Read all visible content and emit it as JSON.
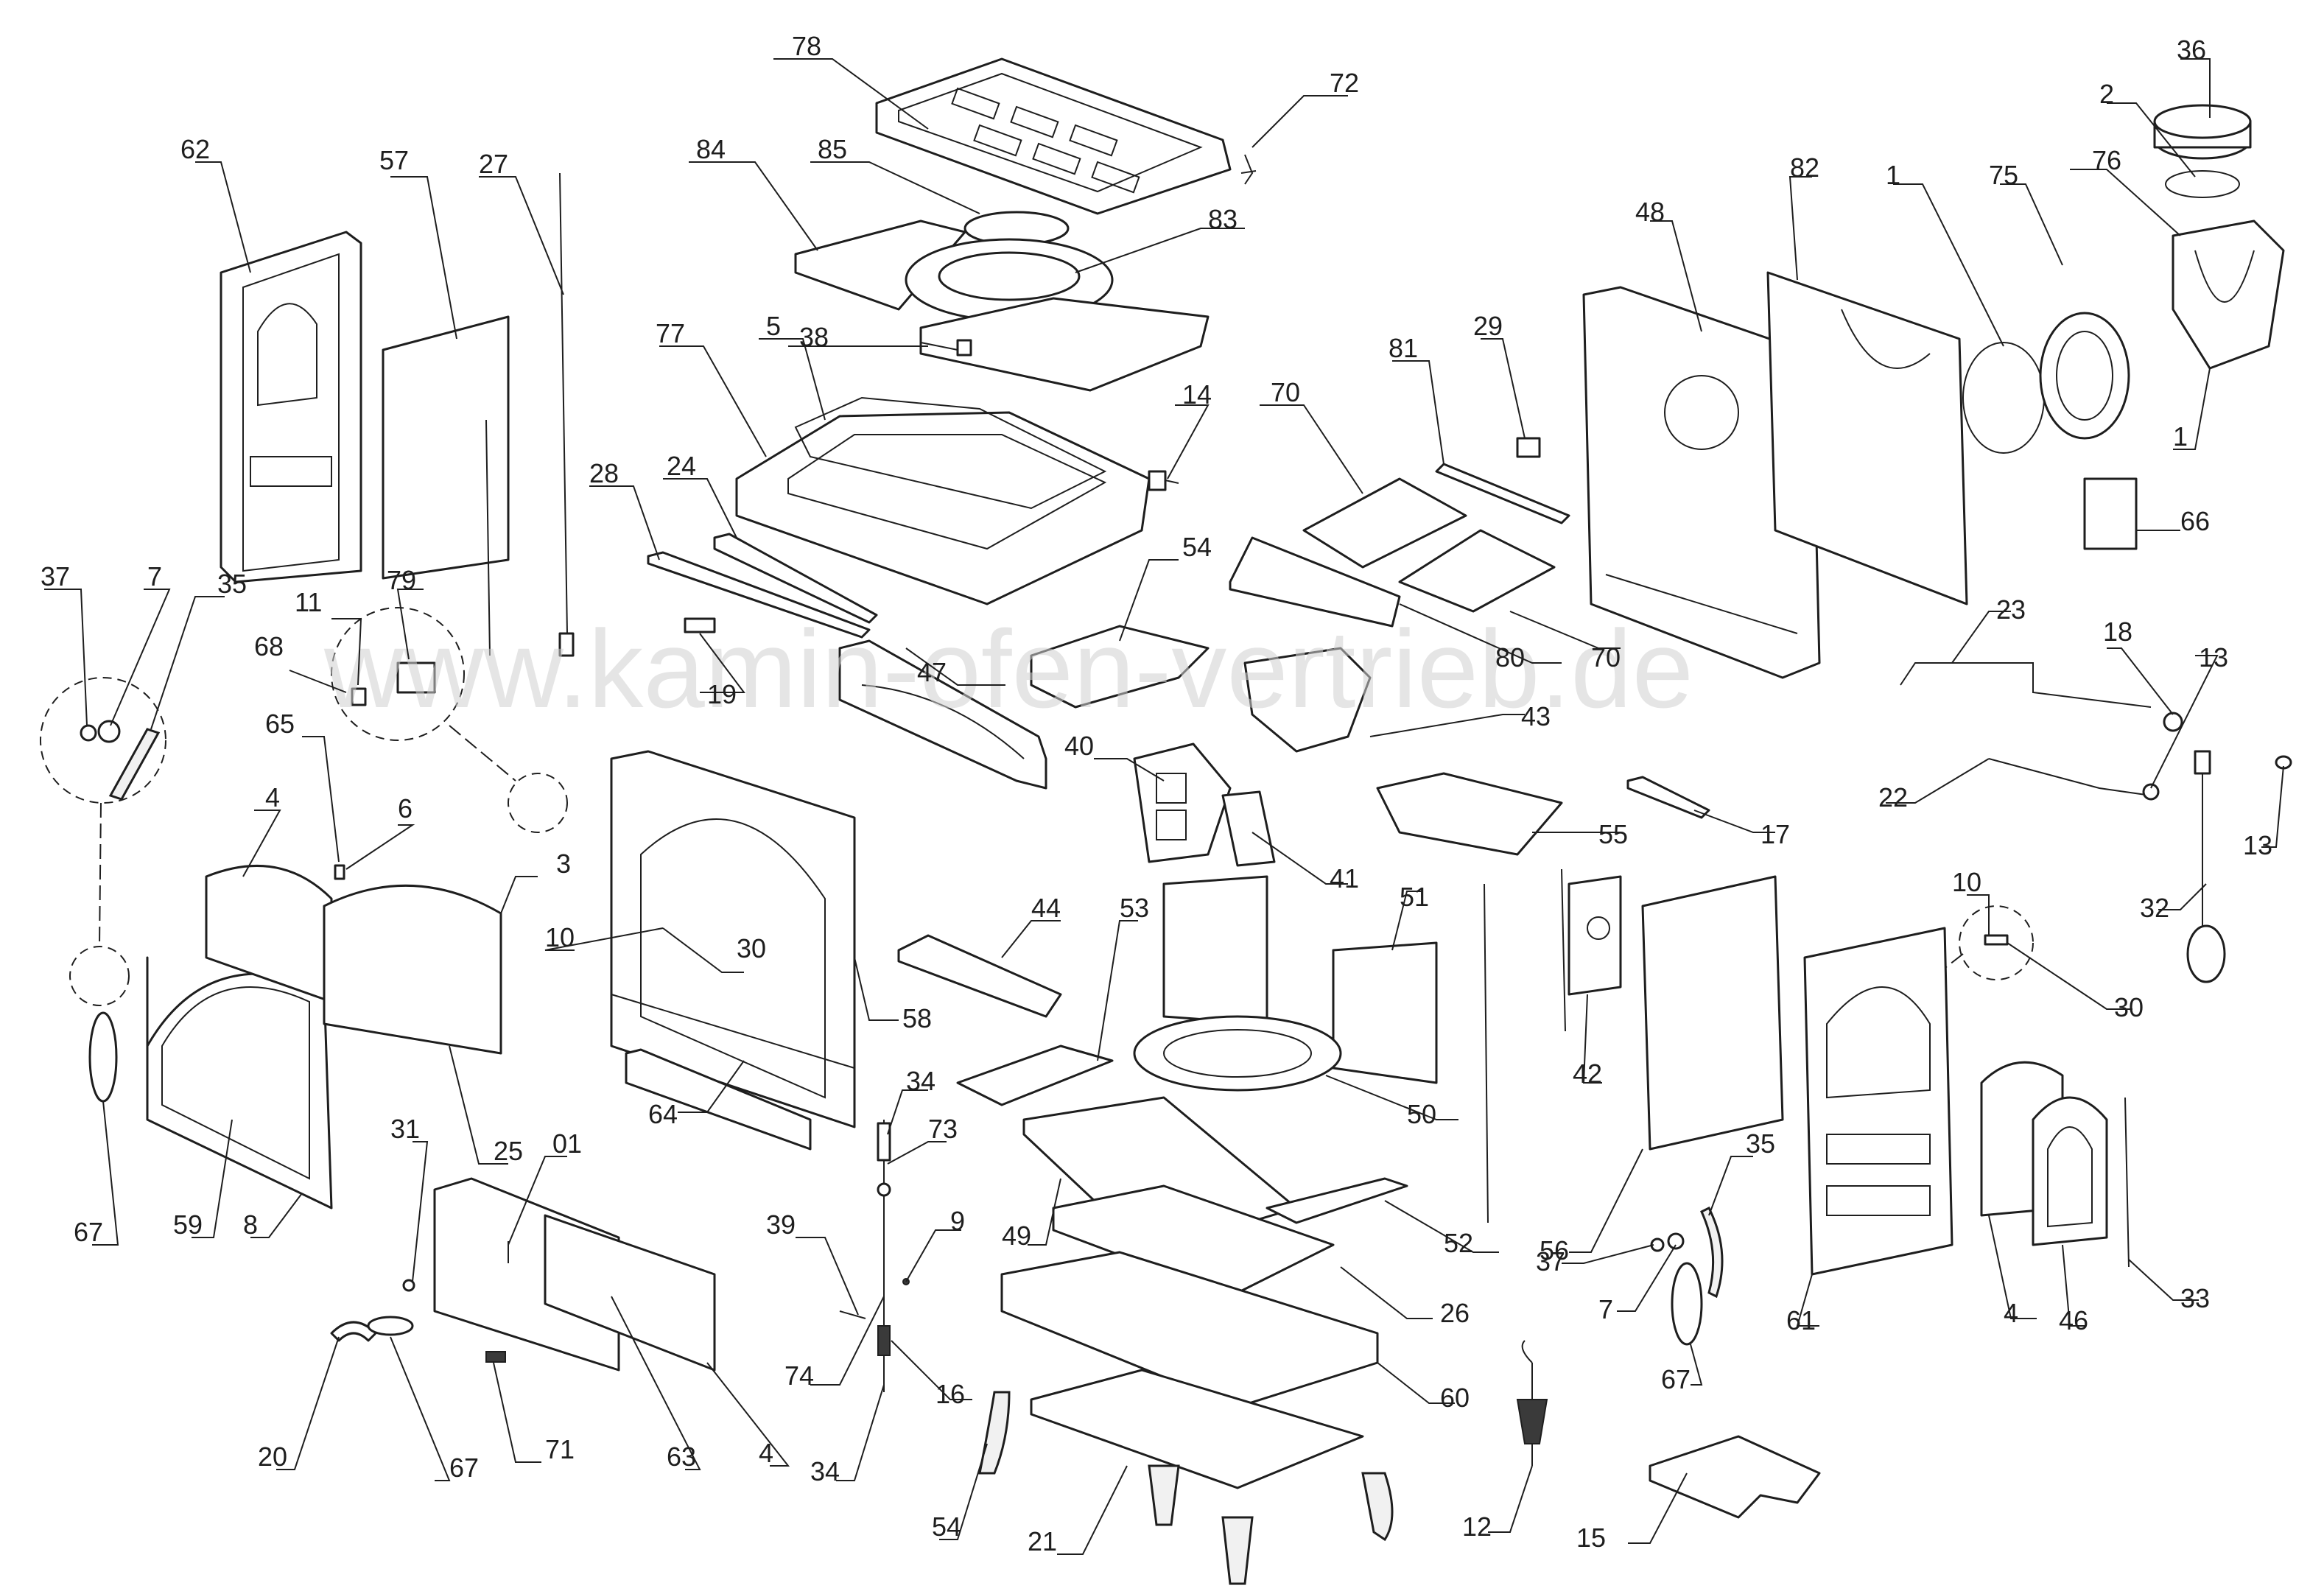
{
  "watermark": "www.kamin-ofen-vertrieb.de",
  "callouts": [
    {
      "id": "c78",
      "label": "78"
    },
    {
      "id": "c72",
      "label": "72"
    },
    {
      "id": "c84",
      "label": "84"
    },
    {
      "id": "c85",
      "label": "85"
    },
    {
      "id": "c83",
      "label": "83"
    },
    {
      "id": "c62",
      "label": "62"
    },
    {
      "id": "c57",
      "label": "57"
    },
    {
      "id": "c27",
      "label": "27"
    },
    {
      "id": "c77",
      "label": "77"
    },
    {
      "id": "c5",
      "label": "5"
    },
    {
      "id": "c38",
      "label": "38"
    },
    {
      "id": "c14",
      "label": "14"
    },
    {
      "id": "c28",
      "label": "28"
    },
    {
      "id": "c24",
      "label": "24"
    },
    {
      "id": "c19",
      "label": "19"
    },
    {
      "id": "c37a",
      "label": "37"
    },
    {
      "id": "c7a",
      "label": "7"
    },
    {
      "id": "c35a",
      "label": "35"
    },
    {
      "id": "c11",
      "label": "11"
    },
    {
      "id": "c79",
      "label": "79"
    },
    {
      "id": "c68",
      "label": "68"
    },
    {
      "id": "c65",
      "label": "65"
    },
    {
      "id": "c6",
      "label": "6"
    },
    {
      "id": "c4a",
      "label": "4"
    },
    {
      "id": "c3",
      "label": "3"
    },
    {
      "id": "c10a",
      "label": "10"
    },
    {
      "id": "c30a",
      "label": "30"
    },
    {
      "id": "c25",
      "label": "25"
    },
    {
      "id": "c67a",
      "label": "67"
    },
    {
      "id": "c59",
      "label": "59"
    },
    {
      "id": "c8",
      "label": "8"
    },
    {
      "id": "c31",
      "label": "31"
    },
    {
      "id": "c01",
      "label": "01"
    },
    {
      "id": "c20",
      "label": "20"
    },
    {
      "id": "c67b",
      "label": "67"
    },
    {
      "id": "c71",
      "label": "71"
    },
    {
      "id": "c63",
      "label": "63"
    },
    {
      "id": "c4b",
      "label": "4"
    },
    {
      "id": "c47",
      "label": "47"
    },
    {
      "id": "c54a",
      "label": "54"
    },
    {
      "id": "c40",
      "label": "40"
    },
    {
      "id": "c41",
      "label": "41"
    },
    {
      "id": "c44",
      "label": "44"
    },
    {
      "id": "c53",
      "label": "53"
    },
    {
      "id": "c58",
      "label": "58"
    },
    {
      "id": "c64",
      "label": "64"
    },
    {
      "id": "c34a",
      "label": "34"
    },
    {
      "id": "c73",
      "label": "73"
    },
    {
      "id": "c9",
      "label": "9"
    },
    {
      "id": "c39",
      "label": "39"
    },
    {
      "id": "c74",
      "label": "74"
    },
    {
      "id": "c16",
      "label": "16"
    },
    {
      "id": "c34b",
      "label": "34"
    },
    {
      "id": "c49",
      "label": "49"
    },
    {
      "id": "c50",
      "label": "50"
    },
    {
      "id": "c26",
      "label": "26"
    },
    {
      "id": "c52",
      "label": "52"
    },
    {
      "id": "c60",
      "label": "60"
    },
    {
      "id": "c54b",
      "label": "54"
    },
    {
      "id": "c21",
      "label": "21"
    },
    {
      "id": "c70a",
      "label": "70"
    },
    {
      "id": "c81",
      "label": "81"
    },
    {
      "id": "c29",
      "label": "29"
    },
    {
      "id": "c80",
      "label": "80"
    },
    {
      "id": "c70b",
      "label": "70"
    },
    {
      "id": "c43",
      "label": "43"
    },
    {
      "id": "c55",
      "label": "55"
    },
    {
      "id": "c17",
      "label": "17"
    },
    {
      "id": "c51",
      "label": "51"
    },
    {
      "id": "c48",
      "label": "48"
    },
    {
      "id": "c82",
      "label": "82"
    },
    {
      "id": "c1a",
      "label": "1"
    },
    {
      "id": "c75",
      "label": "75"
    },
    {
      "id": "c76",
      "label": "76"
    },
    {
      "id": "c2",
      "label": "2"
    },
    {
      "id": "c36",
      "label": "36"
    },
    {
      "id": "c1b",
      "label": "1"
    },
    {
      "id": "c66",
      "label": "66"
    },
    {
      "id": "c23",
      "label": "23"
    },
    {
      "id": "c18",
      "label": "18"
    },
    {
      "id": "c13a",
      "label": "13"
    },
    {
      "id": "c22",
      "label": "22"
    },
    {
      "id": "c13b",
      "label": "13"
    },
    {
      "id": "c32",
      "label": "32"
    },
    {
      "id": "c10b",
      "label": "10"
    },
    {
      "id": "c30b",
      "label": "30"
    },
    {
      "id": "c42",
      "label": "42"
    },
    {
      "id": "c56",
      "label": "56"
    },
    {
      "id": "c35b",
      "label": "35"
    },
    {
      "id": "c37b",
      "label": "37"
    },
    {
      "id": "c7b",
      "label": "7"
    },
    {
      "id": "c67c",
      "label": "67"
    },
    {
      "id": "c61",
      "label": "61"
    },
    {
      "id": "c4c",
      "label": "4"
    },
    {
      "id": "c46",
      "label": "46"
    },
    {
      "id": "c33",
      "label": "33"
    },
    {
      "id": "c12",
      "label": "12"
    },
    {
      "id": "c15",
      "label": "15"
    }
  ]
}
